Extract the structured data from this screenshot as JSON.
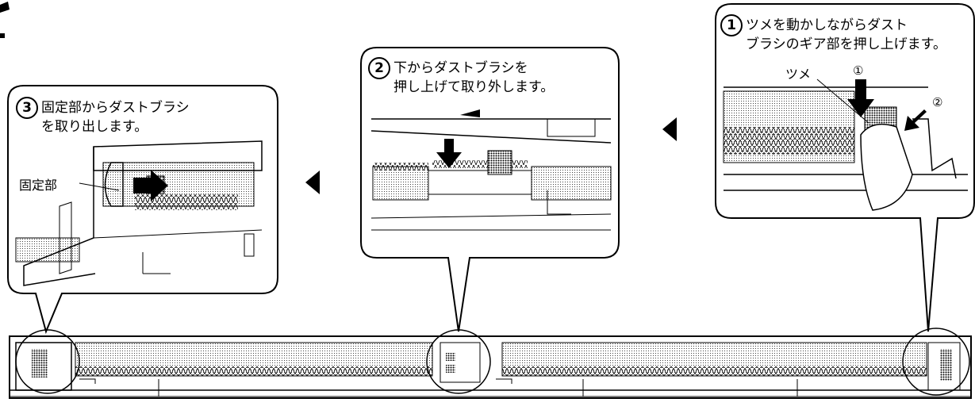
{
  "header": {
    "title_fragment": "…"
  },
  "steps": [
    {
      "number": "1",
      "line1": "ツメを動かしながらダスト",
      "line2": "ブラシのギア部を押し上げます。",
      "callout": "ツメ",
      "sub1": "①",
      "sub2": "②"
    },
    {
      "number": "2",
      "line1": "下からダストブラシを",
      "line2": "押し上げて取り外します。"
    },
    {
      "number": "3",
      "line1": "固定部からダストブラシ",
      "line2": "を取り出します。",
      "callout": "固定部"
    }
  ],
  "arrows": {
    "direction": "left",
    "glyph": "◀"
  }
}
